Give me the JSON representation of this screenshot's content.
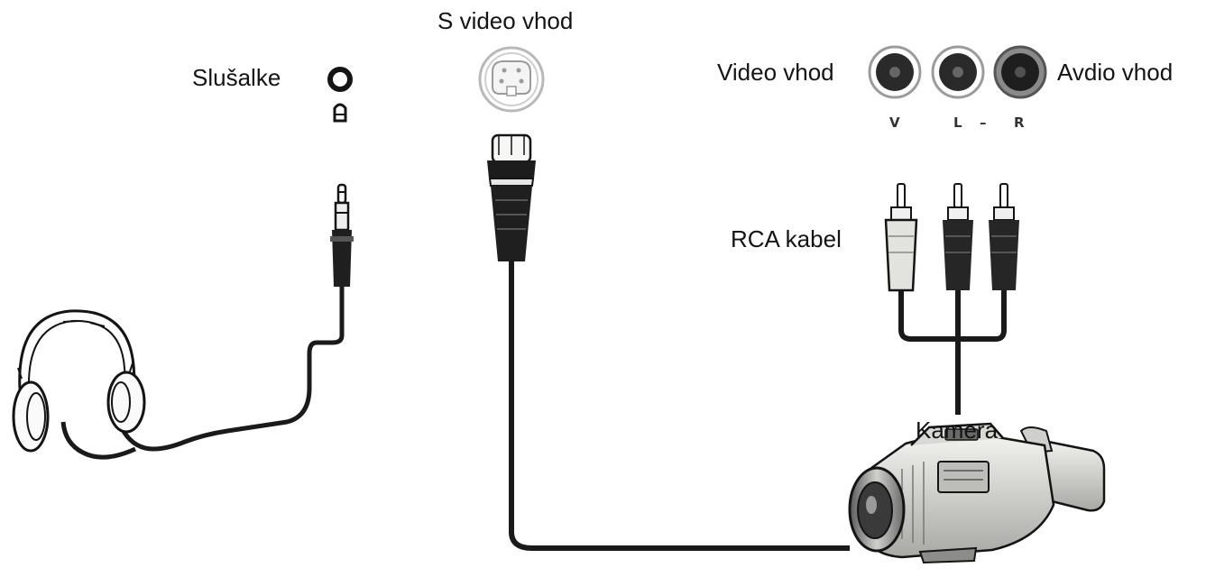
{
  "labels": {
    "headphones_jack": "Slušalke",
    "svideo_input": "S video vhod",
    "video_input": "Video vhod",
    "audio_input": "Avdio vhod",
    "rca_cable": "RCA kabel",
    "camera": "Kamera"
  },
  "pin_labels": {
    "v": "V",
    "l": "L",
    "dash": "–",
    "r": "R"
  },
  "colors": {
    "line": "#141414",
    "cable": "#1a1a1a",
    "plug_light": "#e2e2de",
    "plug_dark": "#262626",
    "background": "#ffffff"
  },
  "icons": [
    "headphone-jack-icon",
    "svideo-port-icon",
    "rca-port-icon",
    "headphones-icon",
    "rca-plug-icon",
    "svideo-plug-icon",
    "camcorder-icon"
  ]
}
